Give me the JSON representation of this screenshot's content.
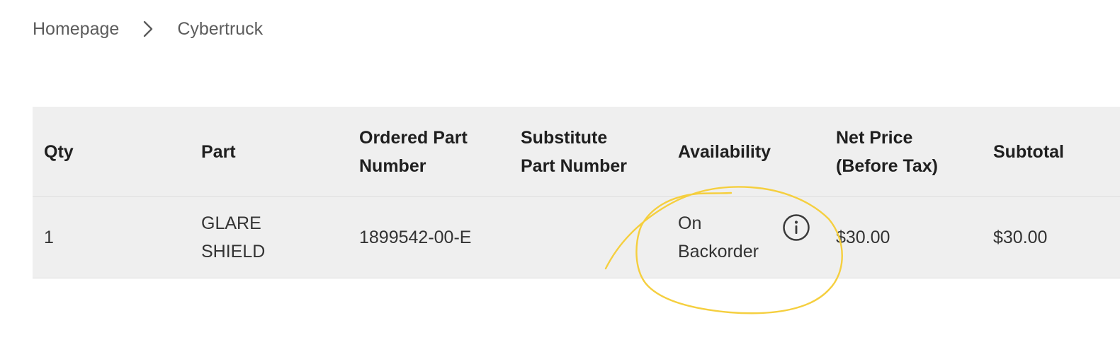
{
  "breadcrumb": {
    "home": "Homepage",
    "separator_icon": "chevron-right-icon",
    "current": "Cybertruck"
  },
  "table": {
    "headers": {
      "qty": "Qty",
      "part": "Part",
      "ordered_part_number_line1": "Ordered Part",
      "ordered_part_number_line2": "Number",
      "substitute_part_number_line1": "Substitute",
      "substitute_part_number_line2": "Part Number",
      "availability": "Availability",
      "net_price_line1": "Net Price",
      "net_price_line2": "(Before Tax)",
      "subtotal": "Subtotal"
    },
    "rows": [
      {
        "qty": "1",
        "part_line1": "GLARE",
        "part_line2": "SHIELD",
        "ordered_part_number": "1899542-00-E",
        "substitute_part_number": "",
        "availability_line1": "On",
        "availability_line2": "Backorder",
        "availability_icon": "info-icon",
        "net_price": "$30.00",
        "subtotal": "$30.00"
      }
    ]
  },
  "colors": {
    "table_background": "#efefef",
    "highlight_annotation": "#f5cf3f"
  }
}
